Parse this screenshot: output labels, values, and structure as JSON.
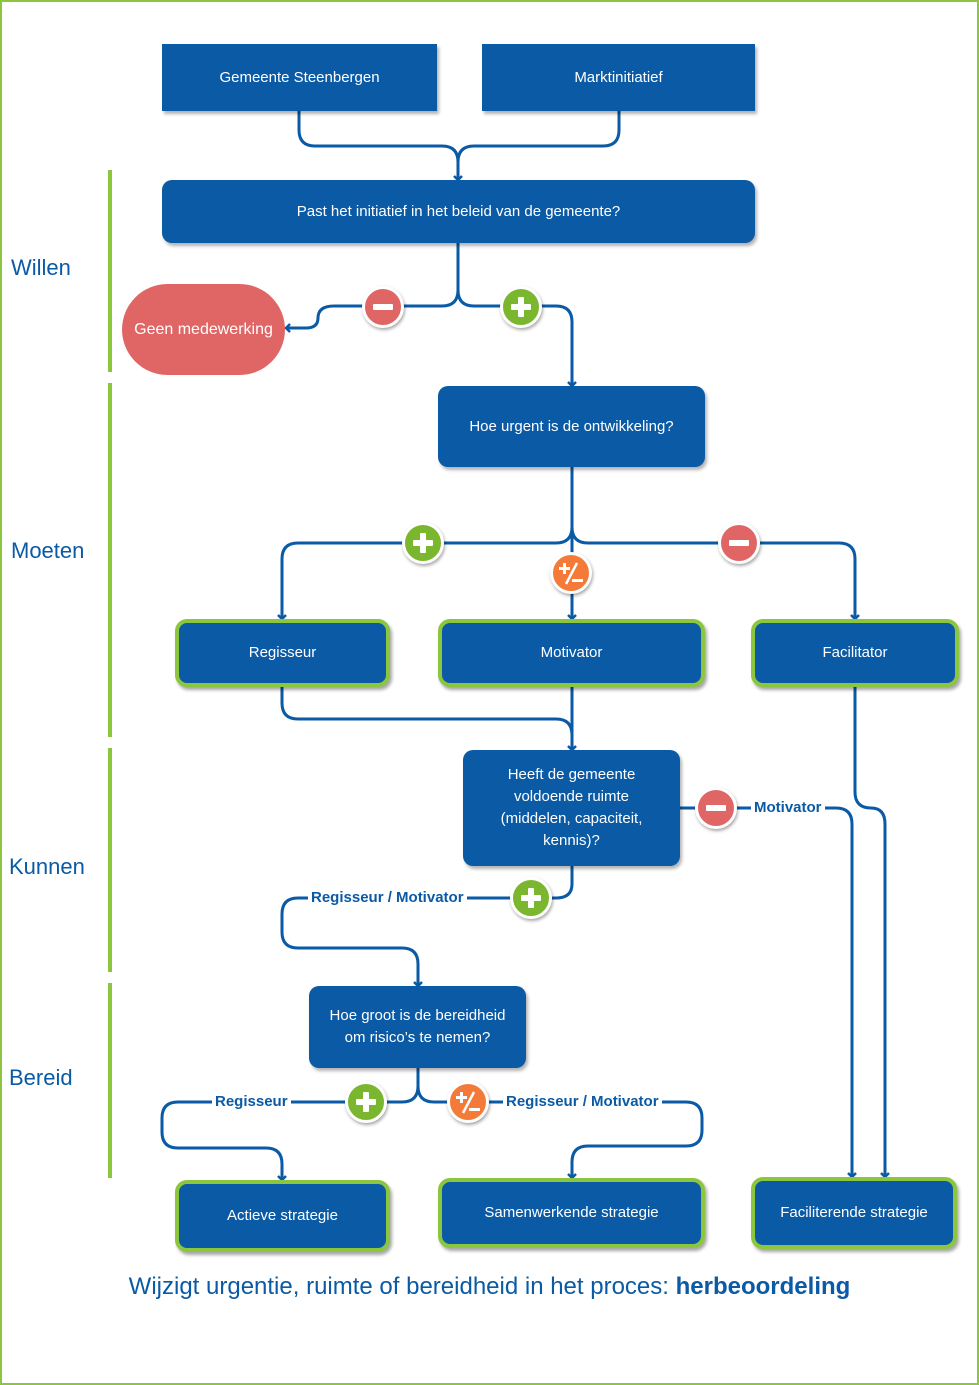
{
  "phases": {
    "willen": "Willen",
    "moeten": "Moeten",
    "kunnen": "Kunnen",
    "bereid": "Bereid"
  },
  "sources": {
    "gemeente": "Gemeente Steenbergen",
    "markt": "Marktinitiatief"
  },
  "questions": {
    "beleid": "Past het initiatief in het beleid van de gemeente?",
    "urgent": "Hoe urgent is de ontwikkeling?",
    "ruimte": [
      "Heeft de gemeente",
      "voldoende ruimte",
      "(middelen, capaciteit,",
      "kennis)?"
    ],
    "risico": [
      "Hoe groot is de bereidheid",
      "om risico’s te nemen?"
    ]
  },
  "outcomes": {
    "geen": "Geen medewerking"
  },
  "roles": {
    "regisseur": "Regisseur",
    "motivator": "Motivator",
    "facilitator": "Facilitator"
  },
  "strategies": {
    "actief": "Actieve strategie",
    "samen": "Samenwerkende strategie",
    "faciliterend": "Faciliterende strategie"
  },
  "edge_labels": {
    "ruimte_min": "Motivator",
    "ruimte_plus": "Regisseur / Motivator",
    "risico_plus": "Regisseur",
    "risico_pm": "Regisseur / Motivator"
  },
  "badges": {
    "plus": "plus-icon",
    "minus": "minus-icon",
    "plus_minus": "plus-minus-icon"
  },
  "footer": {
    "text": "Wijzigt urgentie, ruimte of bereidheid in het proces:",
    "bold": "herbeoordeling"
  },
  "colors": {
    "blue": "#0a5aa5",
    "green": "#8cc63f",
    "red": "#e06666",
    "orange": "#f47a3a"
  }
}
